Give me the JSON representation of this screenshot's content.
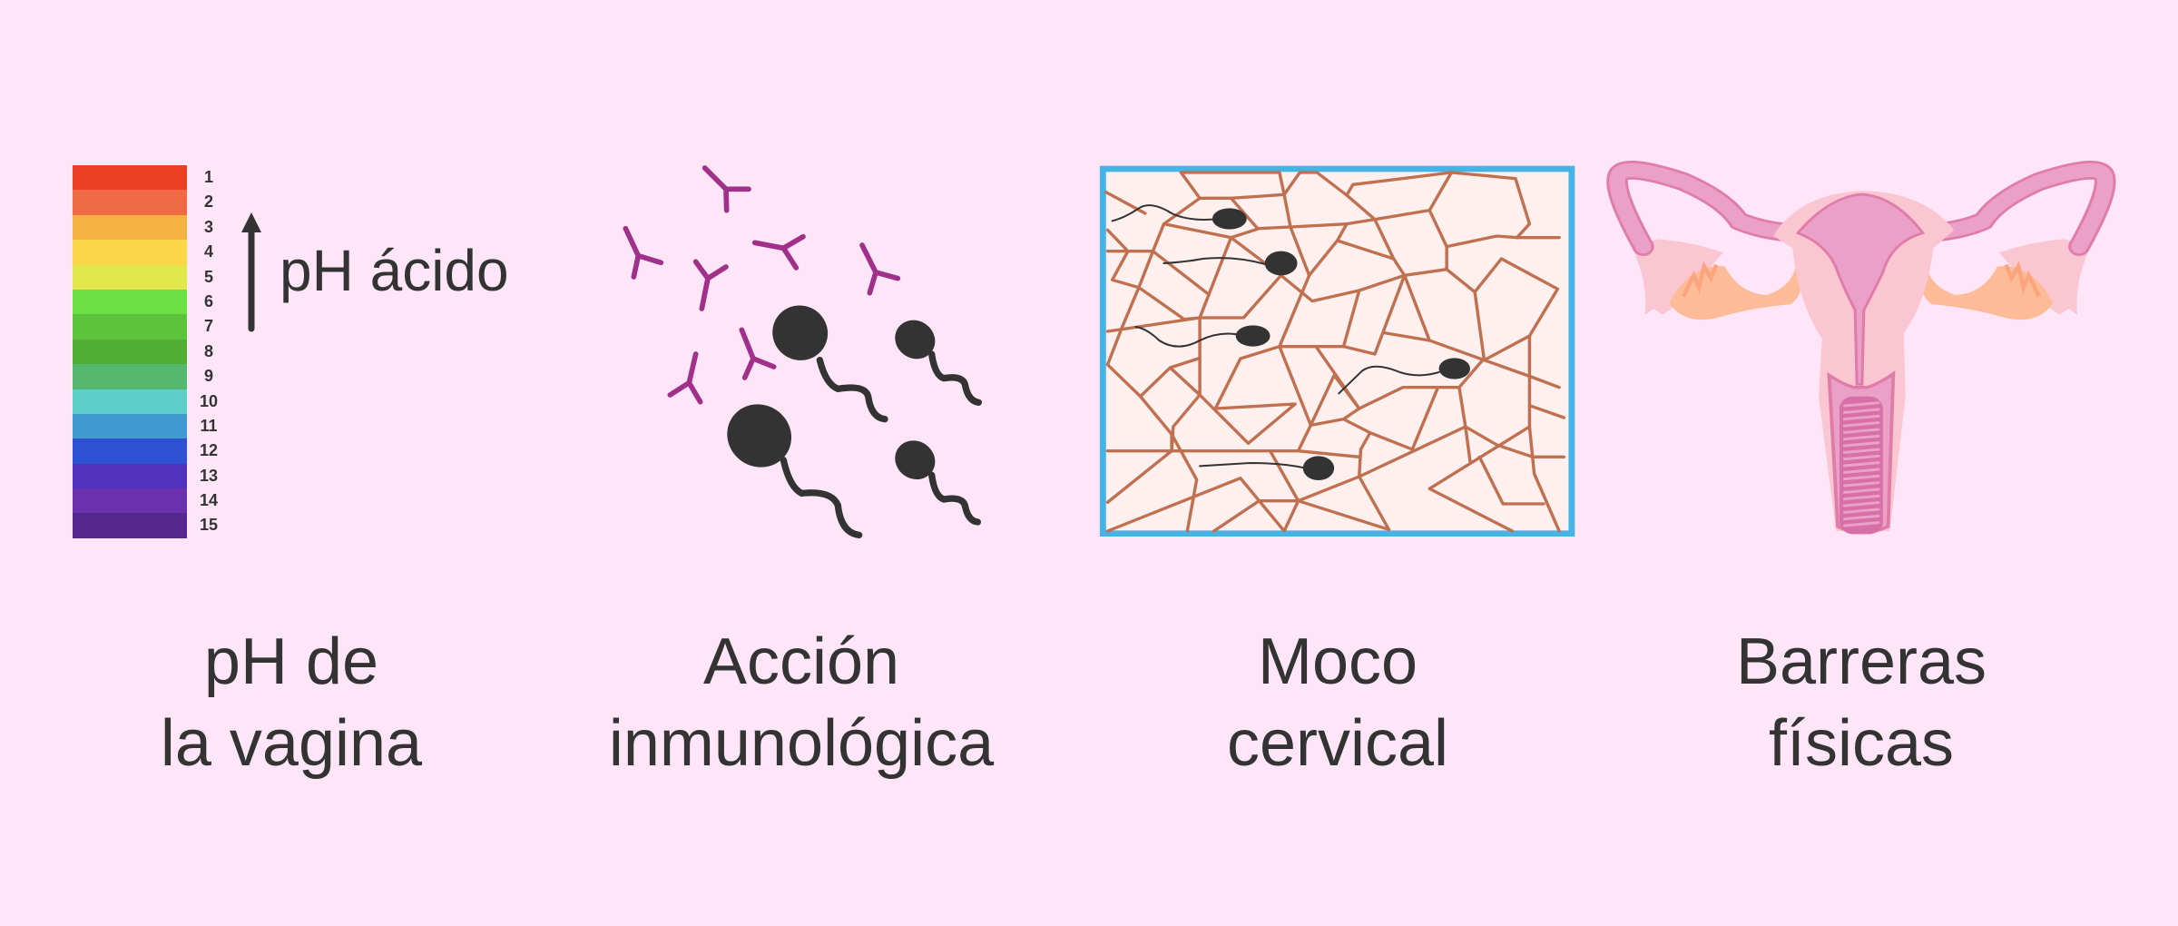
{
  "ph_scale": {
    "values": [
      "1",
      "2",
      "3",
      "4",
      "5",
      "6",
      "7",
      "8",
      "9",
      "10",
      "11",
      "12",
      "13",
      "14",
      "15"
    ],
    "colors": [
      "#ec4025",
      "#f06b45",
      "#f5b240",
      "#fbd54a",
      "#e2e84c",
      "#6ce045",
      "#5cc43b",
      "#50ae35",
      "#55b86e",
      "#5dcdc8",
      "#439ad3",
      "#2e52d4",
      "#5032bd",
      "#6a30ad",
      "#55278f"
    ],
    "arrow_label": "pH ácido"
  },
  "captions": [
    {
      "line1": "pH de",
      "line2": "la vagina"
    },
    {
      "line1": "Acción",
      "line2": "inmunológica"
    },
    {
      "line1": "Moco",
      "line2": "cervical"
    },
    {
      "line1": "Barreras",
      "line2": "físicas"
    }
  ],
  "colors": {
    "background": "#fee5f8",
    "antibody": "#a0308a",
    "sperm": "#333333",
    "mucus_border": "#45b3e3",
    "mucus_fill": "#fff0f0",
    "mucus_mesh": "#c0704f"
  }
}
